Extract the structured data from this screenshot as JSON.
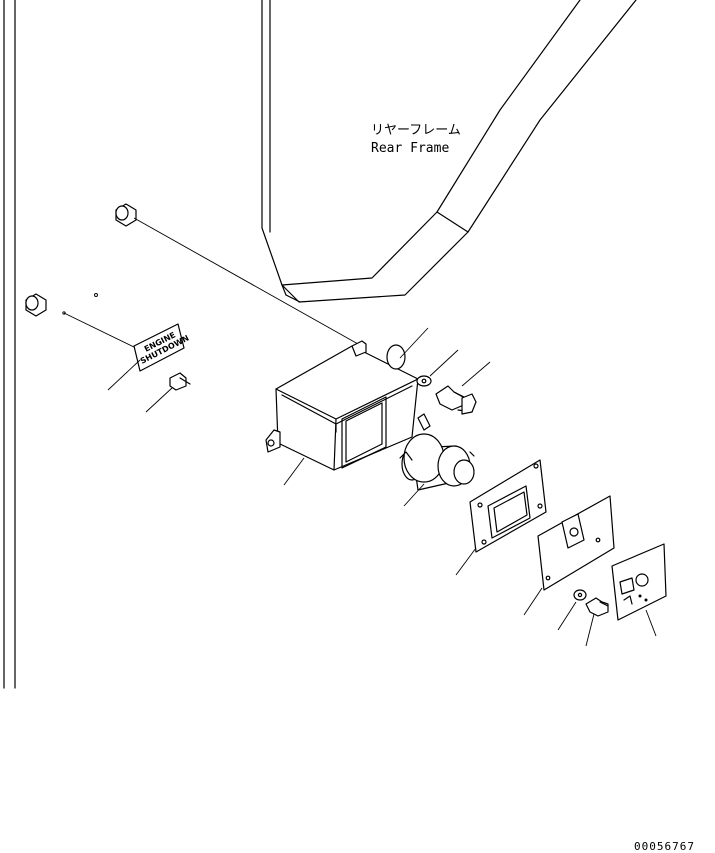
{
  "labels": {
    "rear_frame_jp": "リヤーフレーム",
    "rear_frame_en": "Rear Frame"
  },
  "plate": {
    "line1": "ENGINE",
    "line2": "SHUTDOWN"
  },
  "document_number": "00056767"
}
